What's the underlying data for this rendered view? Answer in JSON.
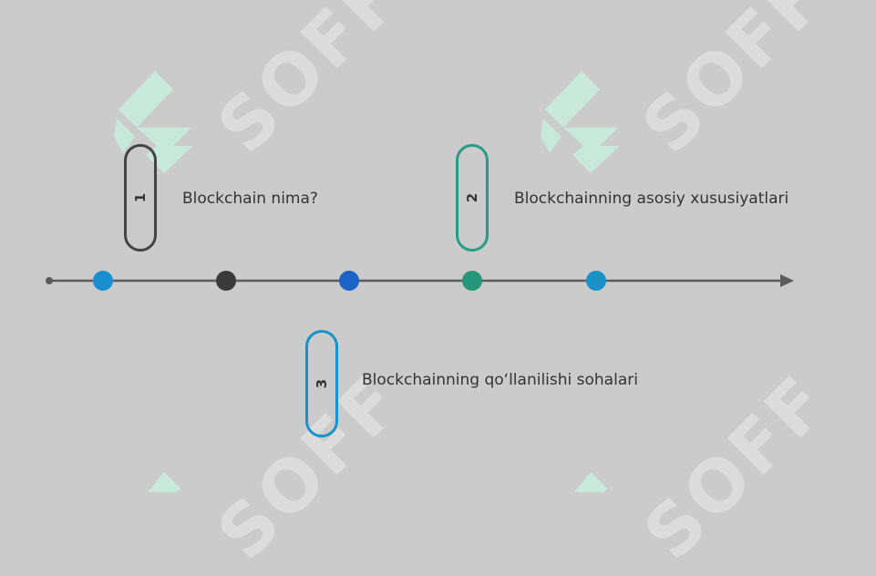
{
  "watermark": {
    "text": "SOFF"
  },
  "colors": {
    "background": "#cbcbcb",
    "axis": "#5c5c5c",
    "dot_cyan": "#1a8fd0",
    "dot_dark": "#3a3a3a",
    "dot_blue": "#1d64c8",
    "dot_green": "#25967a",
    "pill_dark": "#444444",
    "pill_teal": "#2a9a88",
    "pill_cyan": "#1a92c8",
    "logo_green": "#c8eadb"
  },
  "milestones": [
    {
      "number": "1",
      "title": "Blockchain nima?"
    },
    {
      "number": "2",
      "title": "Blockchainning asosiy xususiyatlari"
    },
    {
      "number": "3",
      "title": "Blockchainning qo‘llanilishi sohalari"
    }
  ]
}
